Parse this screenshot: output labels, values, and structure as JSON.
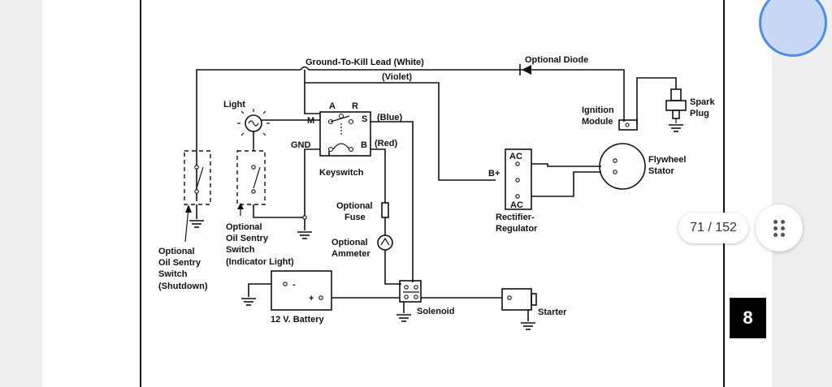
{
  "viewer": {
    "page_indicator": "71 / 152",
    "chapter_tab": "8"
  },
  "diagram": {
    "labels": {
      "ground_to_kill": "Ground-To-Kill Lead  (White)",
      "optional_diode": "Optional Diode",
      "violet": "(Violet)",
      "light": "Light",
      "terminal_a": "A",
      "terminal_r": "R",
      "terminal_m": "M",
      "terminal_s": "S",
      "blue": "(Blue)",
      "gnd": "GND",
      "terminal_b": "B",
      "red": "(Red)",
      "keyswitch": "Keyswitch",
      "ignition_1": "Ignition",
      "ignition_2": "Module",
      "spark_1": "Spark",
      "spark_2": "Plug",
      "flywheel_1": "Flywheel",
      "flywheel_2": "Stator",
      "ac_top": "AC",
      "b_plus": "B+",
      "ac_bottom": "AC",
      "rectifier_1": "Rectifier-",
      "rectifier_2": "Regulator",
      "fuse_1": "Optional",
      "fuse_2": "Fuse",
      "ammeter_1": "Optional",
      "ammeter_2": "Ammeter",
      "sentry_light_1": "Optional",
      "sentry_light_2": "Oil Sentry",
      "sentry_light_3": "Switch",
      "sentry_light_4": "(Indicator Light)",
      "sentry_shut_1": "Optional",
      "sentry_shut_2": "Oil Sentry",
      "sentry_shut_3": "Switch",
      "sentry_shut_4": "(Shutdown)",
      "battery_minus": "-",
      "battery_plus": "+",
      "battery": "12 V. Battery",
      "solenoid": "Solenoid",
      "starter": "Starter"
    }
  }
}
